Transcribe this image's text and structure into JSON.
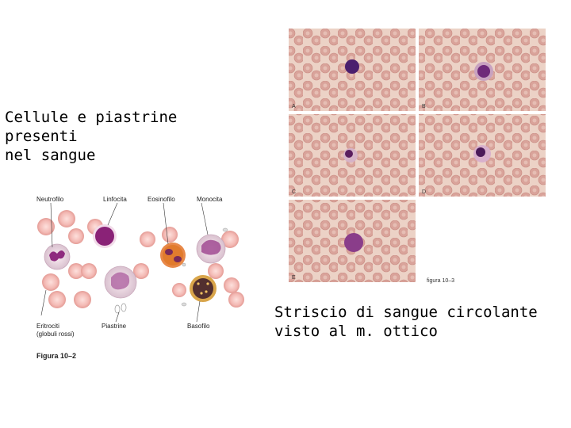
{
  "captions": {
    "left": "Cellule e piastrine presenti\nnel sangue",
    "right": "Striscio di sangue circolante\nvisto al m. ottico"
  },
  "illustration": {
    "labels": {
      "neutrofilo": "Neutrofilo",
      "linfocita": "Linfocita",
      "eosinofilo": "Eosinofilo",
      "monocita": "Monocita",
      "eritrociti_1": "Eritrociti",
      "eritrociti_2": "(globuli rossi)",
      "piastrine": "Piastrine",
      "basofilo": "Basofilo"
    },
    "figure_label": "Figura 10–2"
  },
  "micrographs": {
    "panels": [
      "A",
      "B",
      "C",
      "D",
      "E"
    ],
    "figure_label": "figura 10–3"
  },
  "colors": {
    "rbc_fill": "#f3b9b4",
    "rbc_edge": "#e09a94",
    "smear_bg": "#e9c9bd",
    "smear_rbc": "#d79c95",
    "nucleus_purple": "#7a1d6e",
    "eosinophil_orange": "#e07a2a",
    "basophil_dark": "#3a1a2a"
  }
}
